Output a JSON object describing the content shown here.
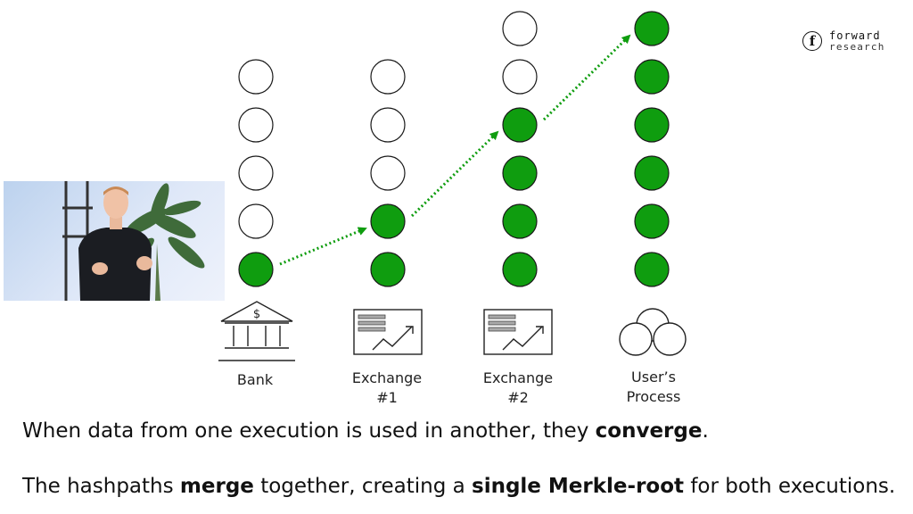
{
  "logo": {
    "badge": "f",
    "line1": "forward",
    "line2": "research"
  },
  "columns": [
    {
      "label_line1": "Bank",
      "label_line2": "",
      "icon": "bank-icon",
      "nodes": [
        "empty",
        "empty",
        "empty",
        "empty",
        "green"
      ]
    },
    {
      "label_line1": "Exchange",
      "label_line2": "#1",
      "icon": "chart-document-icon",
      "nodes": [
        "empty",
        "empty",
        "empty",
        "green",
        "green"
      ]
    },
    {
      "label_line1": "Exchange",
      "label_line2": "#2",
      "icon": "chart-document-icon",
      "nodes": [
        "empty",
        "empty",
        "green",
        "green",
        "green",
        "green"
      ]
    },
    {
      "label_line1": "User’s",
      "label_line2": "Process",
      "icon": "process-circles-icon",
      "nodes": [
        "green",
        "green",
        "green",
        "green",
        "green",
        "green"
      ]
    }
  ],
  "colors": {
    "node_fill": "#0f9d0f",
    "node_stroke": "#1a1a1a",
    "arrow": "#0f9d0f"
  },
  "caption1": {
    "before": "When data from one execution is used in another, they ",
    "bold": "converge",
    "after": "."
  },
  "caption2": {
    "before": "The hashpaths ",
    "bold1": "merge",
    "middle": " together, creating a ",
    "bold2": "single Merkle-root",
    "after": " for both executions."
  },
  "video": {
    "description": "presenter-video"
  }
}
